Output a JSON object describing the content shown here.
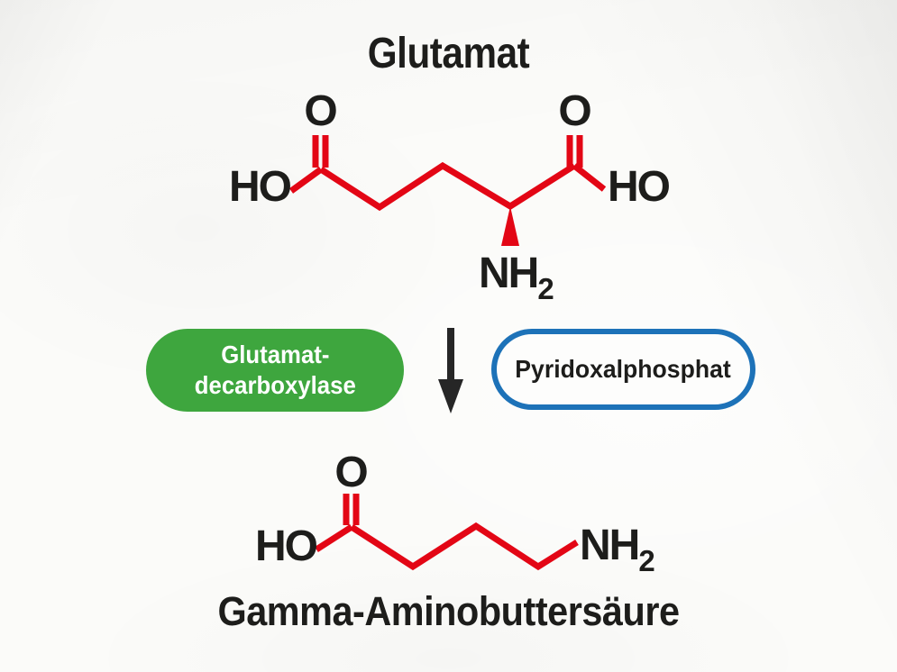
{
  "colors": {
    "bond_red": "#e30615",
    "ink_black": "#1d1d1b",
    "enzyme_green": "#3ea63e",
    "cofactor_blue": "#1d72b8",
    "pill_text_white": "#ffffff",
    "paper_background": "#fbfbf9"
  },
  "substrate": {
    "title": "Glutamat",
    "atoms": {
      "o_left": "O",
      "o_right": "O",
      "ho_left": "HO",
      "ho_right": "HO",
      "amine_n": "NH",
      "amine_sub": "2"
    }
  },
  "reaction": {
    "enzyme": {
      "line1": "Glutamat-",
      "line2": "decarboxylase"
    },
    "cofactor": {
      "label": "Pyridoxalphosphat"
    }
  },
  "product": {
    "title": "Gamma-Aminobuttersäure",
    "atoms": {
      "o": "O",
      "ho": "HO",
      "amine_n": "NH",
      "amine_sub": "2"
    }
  }
}
